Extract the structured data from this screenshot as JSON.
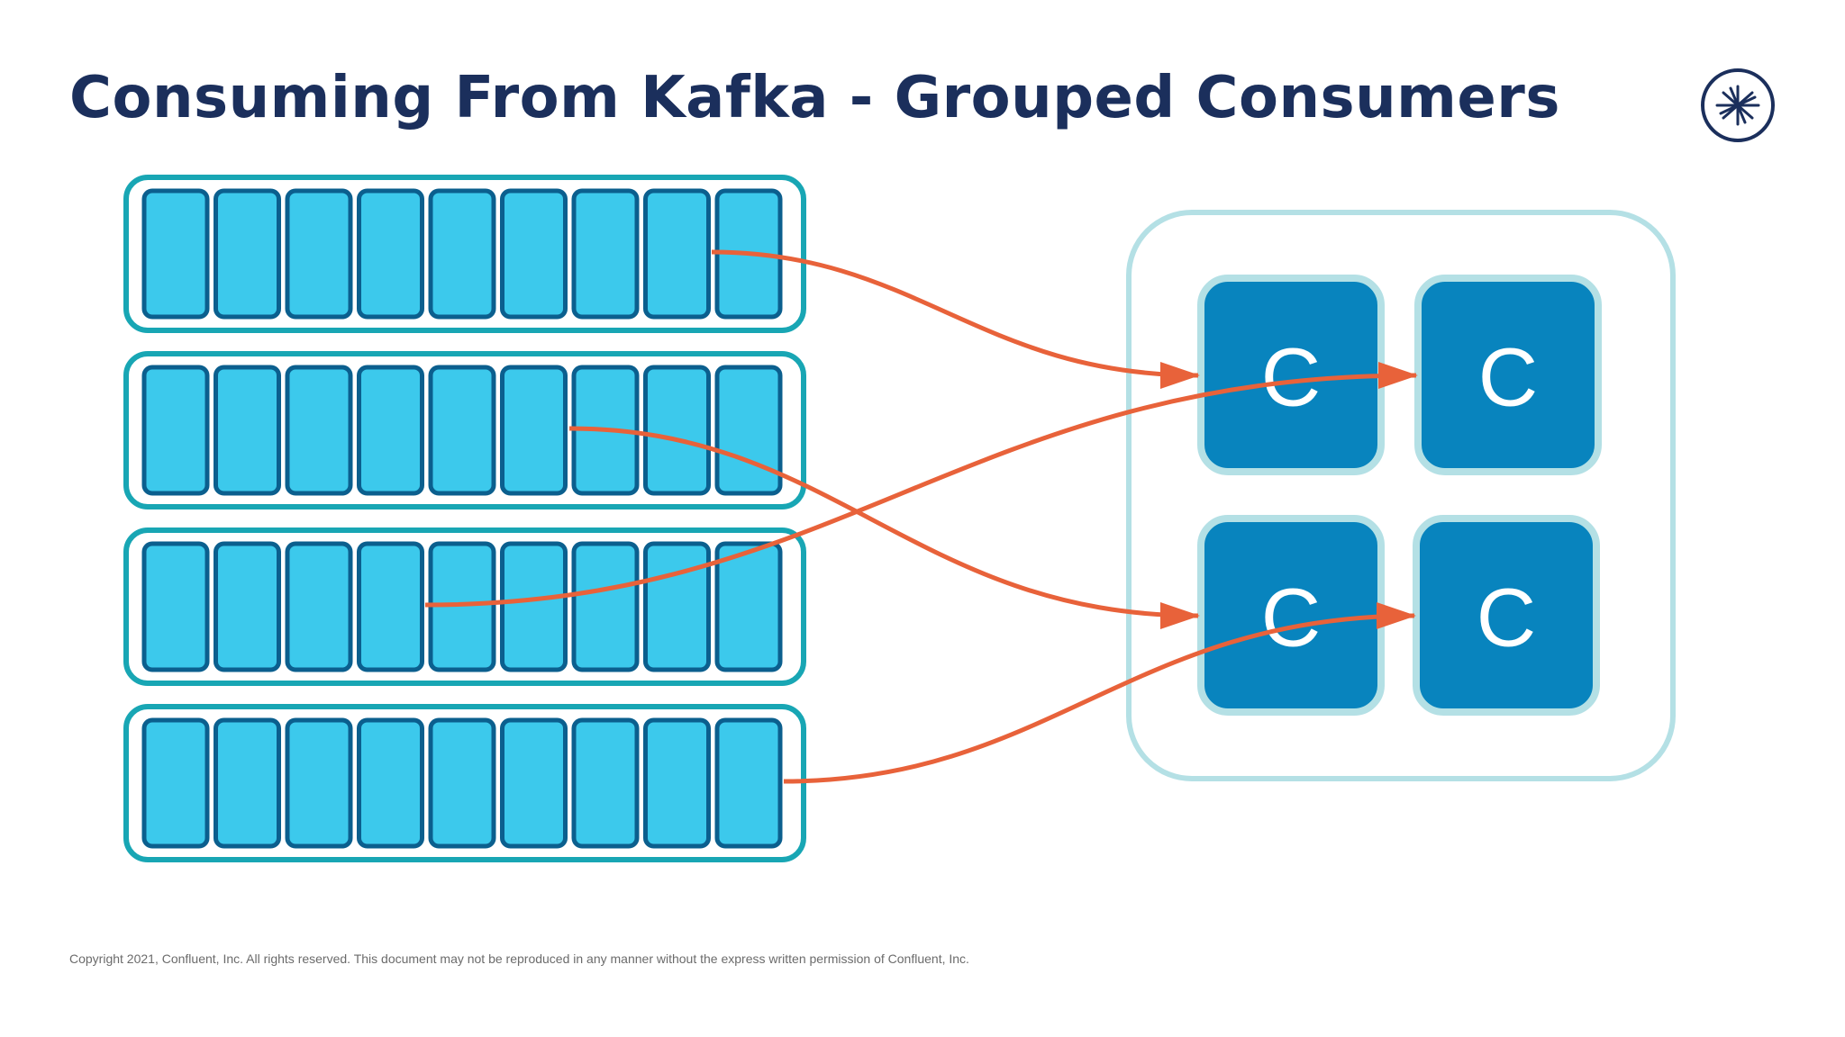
{
  "title": "Consuming From Kafka - Grouped Consumers",
  "copyright": "Copyright 2021, Confluent, Inc. All rights reserved. This document may not be reproduced in any manner without the express written permission of Confluent, Inc.",
  "logo_icon": "confluent-logo-icon",
  "partitions": {
    "count": 4,
    "slots_per_partition": 9
  },
  "consumer_group": {
    "consumers": [
      "C",
      "C",
      "C",
      "C"
    ]
  },
  "assignments": [
    {
      "partition": 1,
      "consumer": 1
    },
    {
      "partition": 2,
      "consumer": 3
    },
    {
      "partition": 3,
      "consumer": 2
    },
    {
      "partition": 4,
      "consumer": 4
    }
  ],
  "colors": {
    "title": "#1b2f5c",
    "partition_border": "#18a6b4",
    "slot_fill": "#3cc9ec",
    "slot_border": "#0b5f8e",
    "group_border": "#b4e0e5",
    "consumer_fill": "#0884be",
    "consumer_border": "#b4e0e5",
    "arrow": "#e8623a"
  }
}
